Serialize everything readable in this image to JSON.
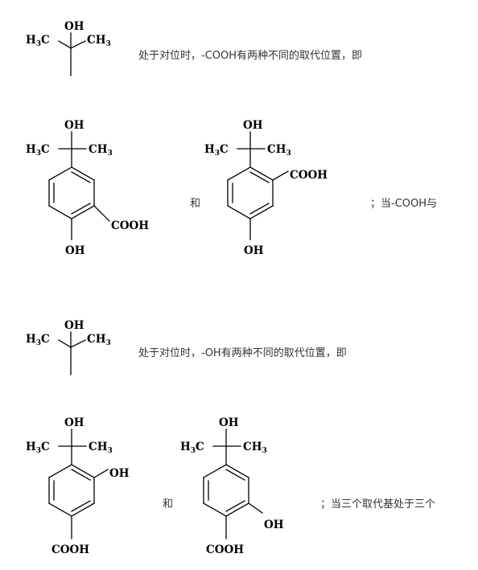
{
  "paragraphs": {
    "p1": "处于对位时，-COOH有两种不同的取代位置，即",
    "and1": "和",
    "p2_tail": "；当-COOH与",
    "p3": "处于对位时，-OH有两种不同的取代位置，即",
    "and2": "和",
    "p4_tail": "；当三个取代基处于三个"
  },
  "labels": {
    "oh": "OH",
    "cooh": "COOH",
    "h3c_h": "H",
    "h3c_c": "C",
    "ch3_c": "CH",
    "sub3": "3"
  },
  "figures": {
    "f1": "isopropanol-fragment",
    "f2": "structure-oh-cooh-meta-adjacent",
    "f3": "structure-cooh-ortho-oh-para",
    "f4": "isopropanol-fragment",
    "f5": "structure-oh-ortho-cooh-para",
    "f6": "structure-oh-meta-cooh-para"
  }
}
